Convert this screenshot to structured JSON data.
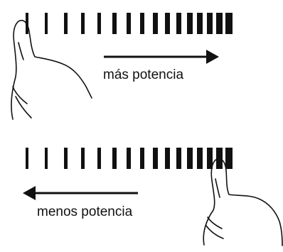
{
  "diagram": {
    "top": {
      "label": "más potencia",
      "direction": "right"
    },
    "bottom": {
      "label": "menos potencia",
      "direction": "left"
    },
    "colors": {
      "ink": "#111111",
      "background": "#ffffff"
    },
    "icons": [
      "finger-pointing-hand-icon",
      "arrow-right-icon",
      "arrow-left-icon"
    ]
  }
}
